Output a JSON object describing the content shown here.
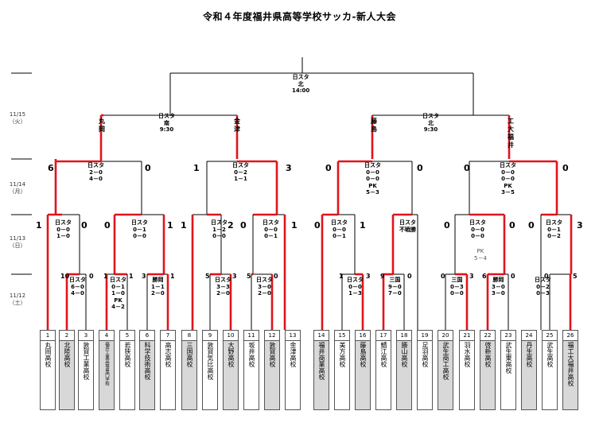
{
  "title": "令和４年度福井県高等学校サッカ-新人大会",
  "dates": [
    "11/15\n（火）",
    "11/14\n（月）",
    "11/13\n（日）",
    "11/12\n（土）"
  ],
  "teams": [
    {
      "num": "1",
      "name": "丸岡高校"
    },
    {
      "num": "2",
      "name": "北陸高校"
    },
    {
      "num": "3",
      "name": "敦賀工業高校"
    },
    {
      "num": "4",
      "name": "福井工業高等専門学校"
    },
    {
      "num": "5",
      "name": "若狭高校"
    },
    {
      "num": "6",
      "name": "科学技術高校"
    },
    {
      "num": "7",
      "name": "高志高校"
    },
    {
      "num": "8",
      "name": "三国高校"
    },
    {
      "num": "9",
      "name": "敦賀気比高校"
    },
    {
      "num": "10",
      "name": "大野高校"
    },
    {
      "num": "11",
      "name": "坂井高校"
    },
    {
      "num": "12",
      "name": "敦賀高校"
    },
    {
      "num": "13",
      "name": "金津高校"
    },
    {
      "num": "14",
      "name": "福井商業高校"
    },
    {
      "num": "15",
      "name": "美方高校"
    },
    {
      "num": "16",
      "name": "藤島高校"
    },
    {
      "num": "17",
      "name": "鯖江高校"
    },
    {
      "num": "18",
      "name": "勝山高校"
    },
    {
      "num": "19",
      "name": "足羽高校"
    },
    {
      "num": "20",
      "name": "武生商工高校"
    },
    {
      "num": "21",
      "name": "羽水高校"
    },
    {
      "num": "22",
      "name": "啓新高校"
    },
    {
      "num": "23",
      "name": "武生東高校"
    },
    {
      "num": "24",
      "name": "丹生高校"
    },
    {
      "num": "25",
      "name": "武生高校"
    },
    {
      "num": "26",
      "name": "福工大福井高校"
    }
  ],
  "final": {
    "venue": "日スタ\n北\n14:00"
  },
  "semis": [
    {
      "venue": "日スタ\n南\n9:30",
      "left": "丸\n岡",
      "right": "金\n津"
    },
    {
      "venue": "日スタ\n北\n9:30",
      "left": "藤\n島",
      "right": "工\n大\n福\n井"
    }
  ],
  "qf": [
    {
      "info": "日スタ\n2－0\n4－0",
      "l": "6",
      "r": "0"
    },
    {
      "info": "日スタ\n0－2\n1－1",
      "l": "1",
      "r": "3"
    },
    {
      "info": "日スタ\n0－0\n0－0\nPK\n5－3",
      "l": "0",
      "r": "0"
    },
    {
      "info": "日スタ\n0－0\n0－0\nPK\n3－5",
      "l": "0",
      "r": "0"
    }
  ],
  "r2": [
    {
      "info": "日スタ\n0－0\n1－0",
      "l": "1",
      "r": "0"
    },
    {
      "info": "日スタ\n0－1\n0－0",
      "l": "0",
      "r": "1"
    },
    {
      "info": "日スタ\n1－2\n0－0",
      "l": "1",
      "r": "2"
    },
    {
      "info": "日スタ\n0－0\n0－1",
      "l": "0",
      "r": "1"
    },
    {
      "info": "日スタ\n0－0\n0－1",
      "l": "0",
      "r": "1"
    },
    {
      "info": "日スタ\n不戦勝",
      "l": "",
      "r": ""
    },
    {
      "info": "日スタ\n0－0\n0－0",
      "l": "0",
      "r": "0"
    },
    {
      "info": "日スタ\n0－1\n0－2",
      "l": "0",
      "r": "3"
    }
  ],
  "r2_pk": "PK\n5－4",
  "r1": [
    {
      "info": "日スタ\n6－0\n4－0",
      "l": "10",
      "r": "0"
    },
    {
      "info": "日スタ\n0－1\n1－0\nPK\n4－2",
      "l": "1",
      "r": "1"
    },
    {
      "info": "勝岡\n1－1\n2－0",
      "l": "3",
      "r": "1"
    },
    {
      "info": "日スタ\n3－3\n2－0",
      "l": "5",
      "r": "3"
    },
    {
      "info": "日スタ\n3－0\n2－0",
      "l": "5",
      "r": "0"
    },
    {
      "info": "日スタ\n0－0\n1－3",
      "l": "1",
      "r": "3"
    },
    {
      "info": "三国\n9－0\n7－0",
      "l": "9",
      "r": "0"
    },
    {
      "info": "三国\n0－3\n0－0",
      "l": "0",
      "r": "3"
    },
    {
      "info": "勝岡\n3－0\n3－0",
      "l": "6",
      "r": "0"
    },
    {
      "info": "日スタ\n0－2\n0－3",
      "l": "0",
      "r": "5"
    }
  ],
  "colors": {
    "win": "#e0141c",
    "line": "#000000"
  }
}
